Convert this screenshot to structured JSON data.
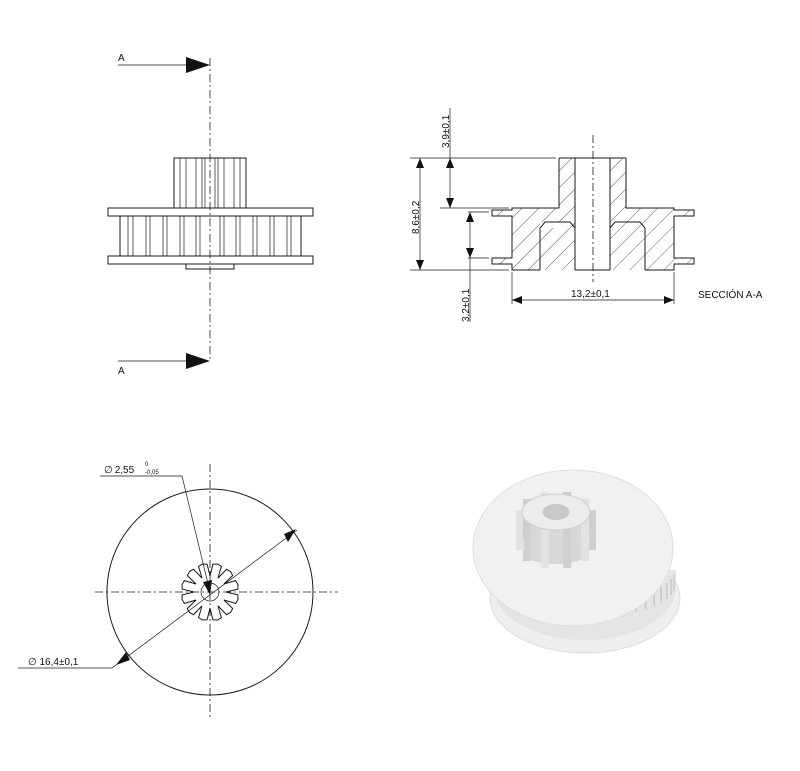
{
  "section_marker": "A",
  "section_title": "SECCIÓN A-A",
  "dimensions": {
    "top_height": "3,9±0,1",
    "total_height": "8,6±0,2",
    "bottom_height": "3,2±0,1",
    "width": "13,2±0,1",
    "bore_prefix": "∅",
    "bore_value": "2,55",
    "bore_tol_upper": "0",
    "bore_tol_lower": "-0,05",
    "outer_diameter": "∅ 16,4±0,1"
  }
}
